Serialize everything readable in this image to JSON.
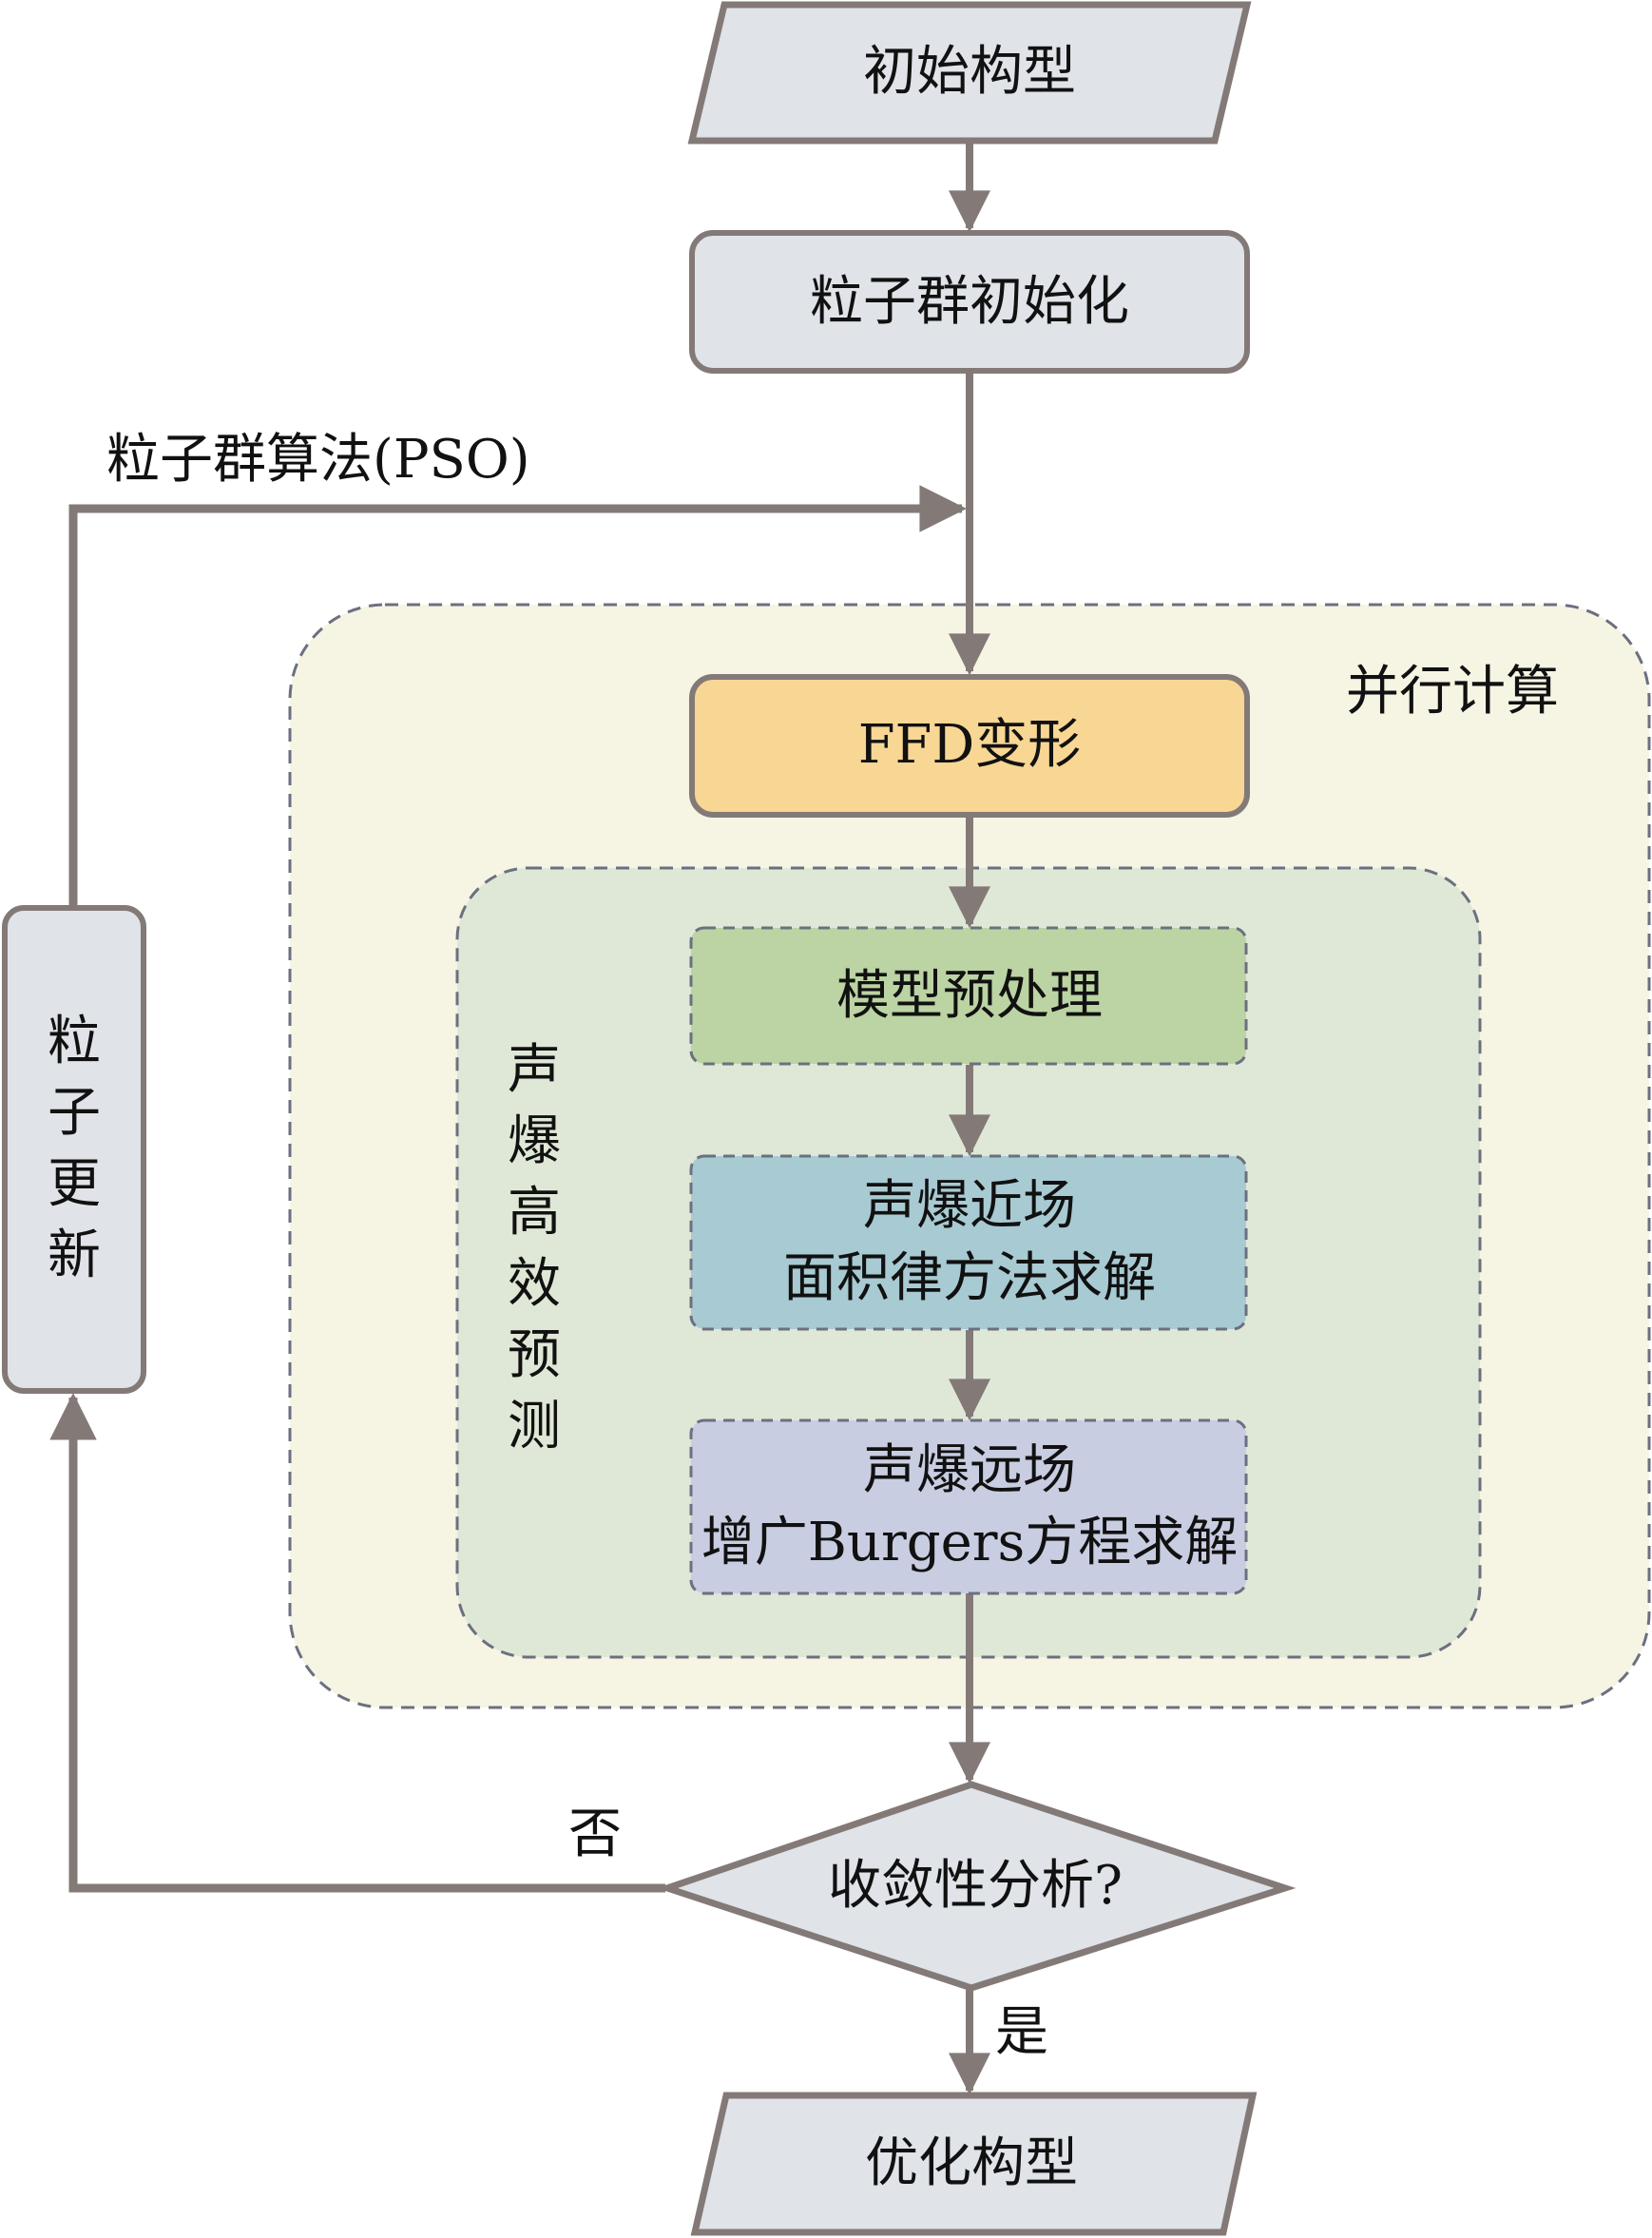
{
  "diagram": {
    "type": "flowchart",
    "colors": {
      "line": "#837a78",
      "node_gray_fill": "#e0e3e8",
      "ffd_fill": "#f8d694",
      "preprocess_fill": "#bcd3a3",
      "nearfield_fill": "#a8cad2",
      "farfield_fill": "#c9cde2",
      "parallel_region_fill": "#f6f4e3",
      "prediction_region_fill": "#dfe8d6",
      "dashed_border": "#6b7080"
    },
    "nodes": {
      "initial": "初始构型",
      "init_swarm": "粒子群初始化",
      "ffd": "FFD变形",
      "preprocess": "模型预处理",
      "nearfield_line1": "声爆近场",
      "nearfield_line2": "面积律方法求解",
      "farfield_line1": "声爆远场",
      "farfield_line2": "增广Burgers方程求解",
      "decision": "收敛性分析?",
      "update": "粒子更新",
      "final": "优化构型"
    },
    "regions": {
      "parallel": "并行计算",
      "prediction": "声爆高效预测"
    },
    "labels": {
      "loop": "粒子群算法(PSO)",
      "no": "否",
      "yes": "是"
    },
    "edges": [
      {
        "from": "初始构型",
        "to": "粒子群初始化"
      },
      {
        "from": "粒子群初始化",
        "to": "FFD变形"
      },
      {
        "from": "FFD变形",
        "to": "模型预处理"
      },
      {
        "from": "模型预处理",
        "to": "声爆近场 面积律方法求解"
      },
      {
        "from": "声爆近场 面积律方法求解",
        "to": "声爆远场 增广Burgers方程求解"
      },
      {
        "from": "声爆远场 增广Burgers方程求解",
        "to": "收敛性分析?"
      },
      {
        "from": "收敛性分析?",
        "to": "优化构型",
        "label": "是"
      },
      {
        "from": "收敛性分析?",
        "to": "粒子更新",
        "label": "否"
      },
      {
        "from": "粒子更新",
        "to": "FFD变形",
        "label": "粒子群算法(PSO)"
      }
    ]
  }
}
